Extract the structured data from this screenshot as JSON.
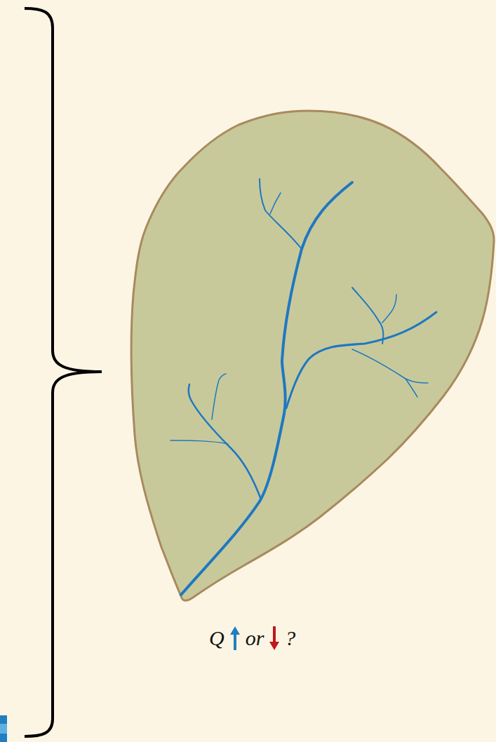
{
  "diagram": {
    "labels": [
      "Q",
      "or",
      "?"
    ]
  }
}
